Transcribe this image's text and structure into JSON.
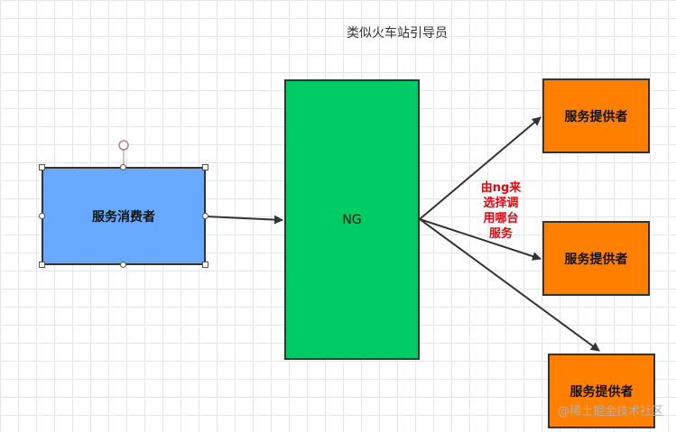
{
  "title": "类似火车站引导员",
  "consumer_label": "服务消费者",
  "gateway_label": "NG",
  "providers": [
    {
      "label": "服务提供者"
    },
    {
      "label": "服务提供者"
    },
    {
      "label": "服务提供者"
    }
  ],
  "routing_note": "由ng来\n选择调\n用哪台\n服务",
  "watermark": "@稀土掘金技术社区",
  "colors": {
    "consumer_fill": "#66aaff",
    "gateway_fill": "#00cc66",
    "provider_fill": "#ff8000",
    "note_text": "#e8000b",
    "arrow": "#333333"
  }
}
